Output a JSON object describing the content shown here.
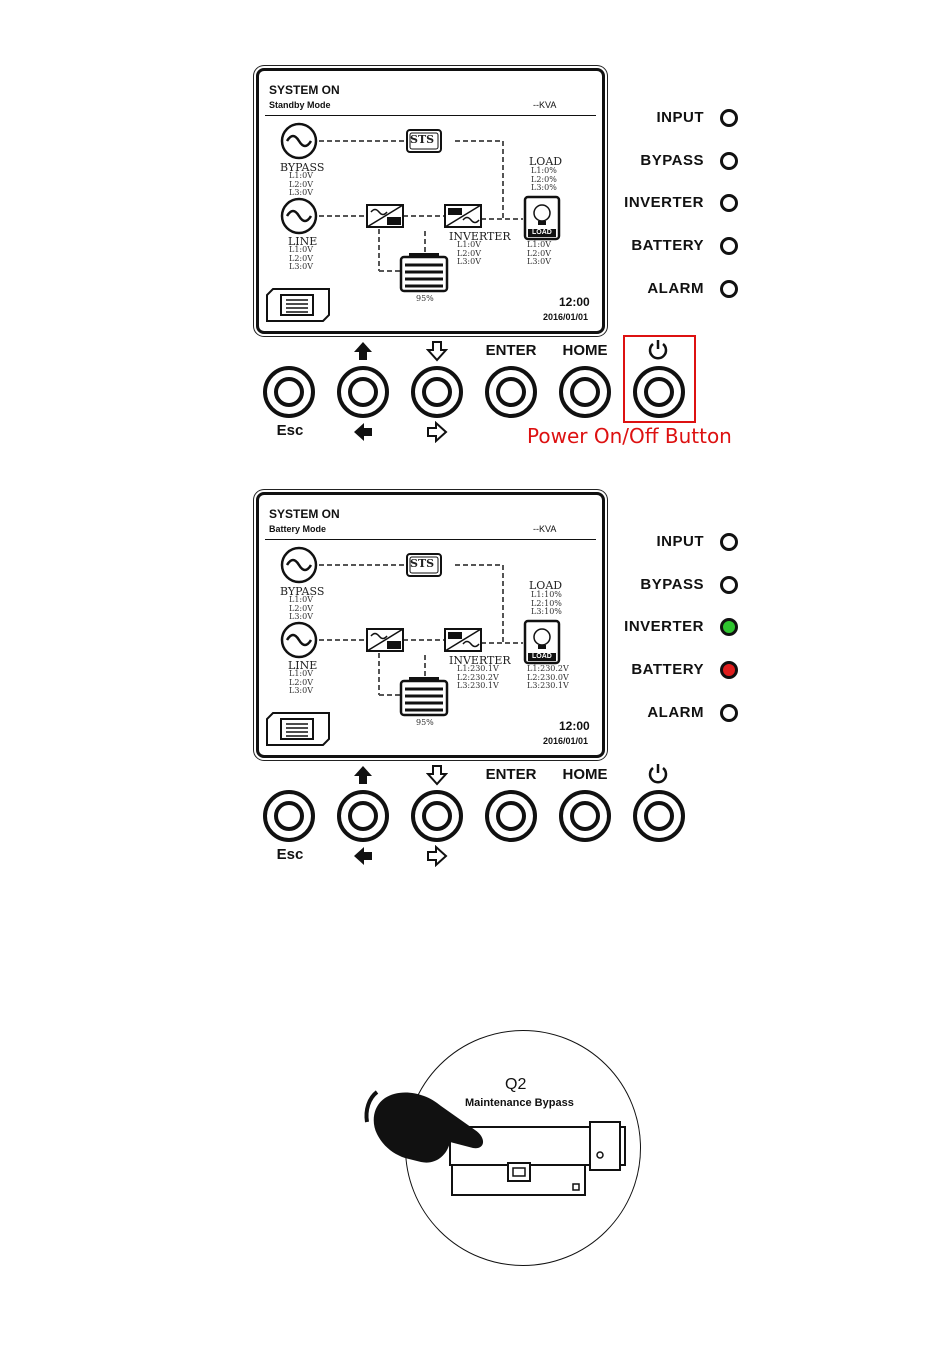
{
  "panels": [
    {
      "lcd": {
        "title": "SYSTEM ON",
        "mode": "Standby Mode",
        "kva": "--KVA",
        "sts": "STS",
        "bypass": {
          "label": "BYPASS",
          "l1": "L1:0V",
          "l2": "L2:0V",
          "l3": "L3:0V"
        },
        "line": {
          "label": "LINE",
          "l1": "L1:0V",
          "l2": "L2:0V",
          "l3": "L3:0V"
        },
        "inverter": {
          "label": "INVERTER",
          "l1": "L1:0V",
          "l2": "L2:0V",
          "l3": "L3:0V"
        },
        "load": {
          "label": "LOAD",
          "p1": "L1:0%",
          "p2": "L2:0%",
          "p3": "L3:0%",
          "v1": "L1:0V",
          "v2": "L2:0V",
          "v3": "L3:0V",
          "icon_label": "LOAD"
        },
        "battery_pct": "95%",
        "time": "12:00",
        "date": "2016/01/01"
      },
      "leds": [
        {
          "label": "INPUT",
          "color": "#ffffff"
        },
        {
          "label": "BYPASS",
          "color": "#ffffff"
        },
        {
          "label": "INVERTER",
          "color": "#ffffff"
        },
        {
          "label": "BATTERY",
          "color": "#ffffff"
        },
        {
          "label": "ALARM",
          "color": "#ffffff"
        }
      ]
    },
    {
      "lcd": {
        "title": "SYSTEM ON",
        "mode": "Battery Mode",
        "kva": "--KVA",
        "sts": "STS",
        "bypass": {
          "label": "BYPASS",
          "l1": "L1:0V",
          "l2": "L2:0V",
          "l3": "L3:0V"
        },
        "line": {
          "label": "LINE",
          "l1": "L1:0V",
          "l2": "L2:0V",
          "l3": "L3:0V"
        },
        "inverter": {
          "label": "INVERTER",
          "l1": "L1:230.1V",
          "l2": "L2:230.2V",
          "l3": "L3:230.1V"
        },
        "load": {
          "label": "LOAD",
          "p1": "L1:10%",
          "p2": "L2:10%",
          "p3": "L3:10%",
          "v1": "L1:230.2V",
          "v2": "L2:230.0V",
          "v3": "L3:230.1V",
          "icon_label": "LOAD"
        },
        "battery_pct": "95%",
        "time": "12:00",
        "date": "2016/01/01"
      },
      "leds": [
        {
          "label": "INPUT",
          "color": "#ffffff"
        },
        {
          "label": "BYPASS",
          "color": "#ffffff"
        },
        {
          "label": "INVERTER",
          "color": "#2fc42f"
        },
        {
          "label": "BATTERY",
          "color": "#e01e1e"
        },
        {
          "label": "ALARM",
          "color": "#ffffff"
        }
      ]
    }
  ],
  "buttons": {
    "esc": "Esc",
    "enter": "ENTER",
    "home": "HOME",
    "up_icon": "arrow-up-icon",
    "left_icon": "arrow-left-icon",
    "down_icon": "arrow-down-icon",
    "right_icon": "arrow-right-icon",
    "power_icon": "power-icon"
  },
  "highlight": {
    "label": "Power On/Off Button",
    "color": "#d11111"
  },
  "breaker": {
    "title": "Q2",
    "subtitle": "Maintenance Bypass"
  }
}
